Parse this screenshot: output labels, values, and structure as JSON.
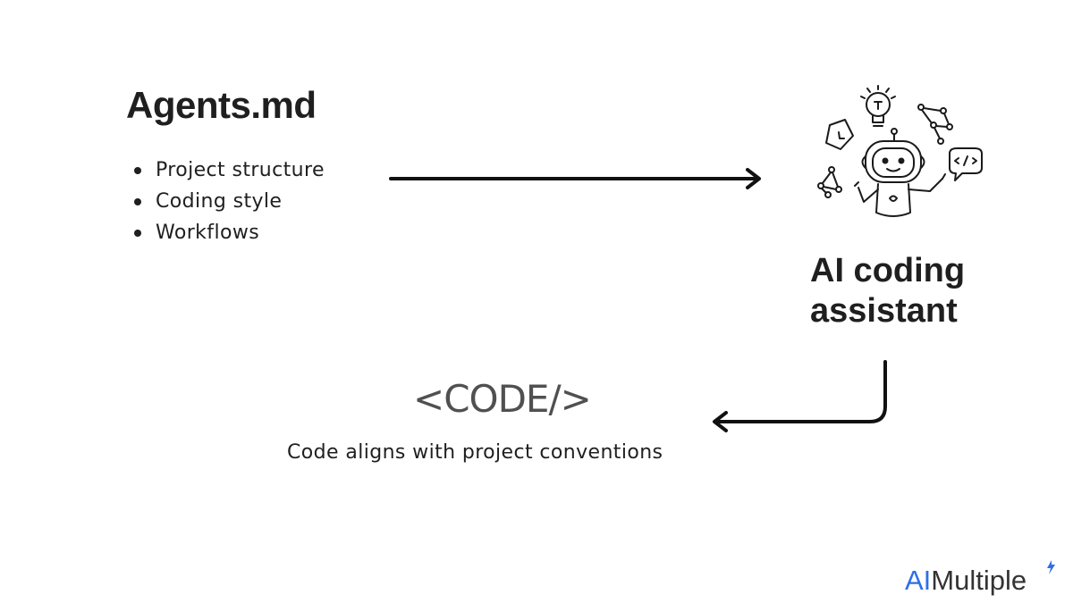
{
  "source": {
    "title": "Agents.md",
    "items": [
      "Project structure",
      "Coding style",
      "Workflows"
    ]
  },
  "assistant": {
    "label_line1": "AI coding",
    "label_line2": "assistant",
    "illustration_icon": "robot-with-ideas-icon"
  },
  "output": {
    "code_tag": "<CODE/>",
    "caption": "Code aligns with project conventions"
  },
  "brand": {
    "prefix": "AI",
    "suffix": "Multiple",
    "accent_color": "#2f6ee6"
  },
  "colors": {
    "arrow": "#111111",
    "text": "#1f1f1f"
  }
}
